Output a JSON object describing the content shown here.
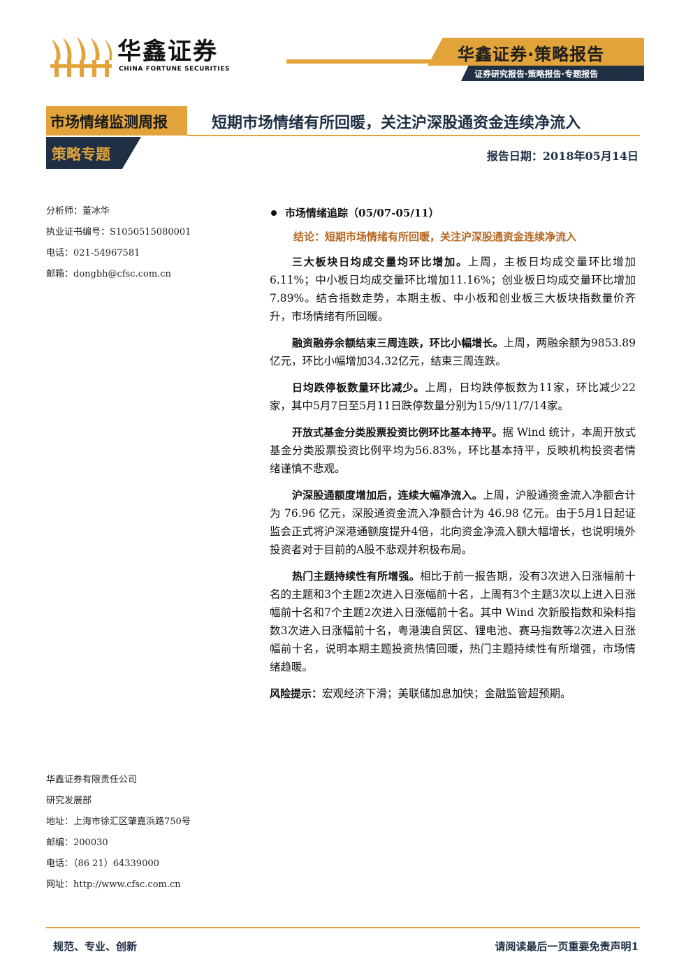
{
  "header": {
    "logo_cn": "华鑫证券",
    "logo_en": "CHINA FORTUNE SECURITIES",
    "brand_title": "华鑫证券·策略报告",
    "brand_subtitle": "证券研究报告·策略报告·专题报告"
  },
  "title_band": {
    "tag_primary": "市场情绪监测周报",
    "tag_secondary": "策略专题",
    "title": "短期市场情绪有所回暖，关注沪深股通资金连续净流入",
    "report_date": "报告日期：2018年05月14日"
  },
  "analyst": {
    "name": "分析师：董冰华",
    "license": "执业证书编号：S1050515080001",
    "phone": "电话：021-54967581",
    "email": "邮箱：dongbh@cfsc.com.cn"
  },
  "main": {
    "section_heading": "市场情绪追踪（05/07-05/11）",
    "conclusion": "结论：短期市场情绪有所回暖，关注沪深股通资金连续净流入",
    "paragraphs": [
      {
        "bold": "三大板块日均成交量均环比增加。",
        "text": "上周，主板日均成交量环比增加6.11%；中小板日均成交量环比增加11.16%；创业板日均成交量环比增加 7.89%。结合指数走势，本期主板、中小板和创业板三大板块指数量价齐升，市场情绪有所回暖。"
      },
      {
        "bold": "融资融券余额结束三周连跌，环比小幅增长。",
        "text": "上周，两融余额为9853.89亿元，环比小幅增加34.32亿元，结束三周连跌。"
      },
      {
        "bold": "日均跌停板数量环比减少。",
        "text": "上周，日均跌停板数为11家，环比减少22家，其中5月7日至5月11日跌停数量分别为15/9/11/7/14家。"
      },
      {
        "bold": "开放式基金分类股票投资比例环比基本持平。",
        "text": "据 Wind 统计，本周开放式基金分类股票投资比例平均为56.83%，环比基本持平，反映机构投资者情绪谨慎不悲观。"
      },
      {
        "bold": "沪深股通额度增加后，连续大幅净流入。",
        "text": "上周，沪股通资金流入净额合计为 76.96 亿元，深股通资金流入净额合计为 46.98 亿元。由于5月1日起证监会正式将沪深港通额度提升4倍，北向资金净流入额大幅增长，也说明境外投资者对于目前的A股不悲观并积极布局。"
      },
      {
        "bold": "热门主题持续性有所增强。",
        "text": "相比于前一报告期，没有3次进入日涨幅前十名的主题和3个主题2次进入日涨幅前十名，上周有3个主题3次以上进入日涨幅前十名和7个主题2次进入日涨幅前十名。其中 Wind 次新股指数和染料指数3次进入日涨幅前十名，粤港澳自贸区、锂电池、赛马指数等2次进入日涨幅前十名，说明本期主题投资热情回暖，热门主题持续性有所增强，市场情绪趋暖。"
      }
    ],
    "risk_label": "风险提示：",
    "risk_text": "宏观经济下滑；美联储加息加快；金融监管超预期。"
  },
  "company": {
    "name": "华鑫证券有限责任公司",
    "dept": "研究发展部",
    "address": "地址：上海市徐汇区肇嘉浜路750号",
    "postcode": "邮编：200030",
    "phone": "电话：（86 21）64339000",
    "website": "网址：http://www.cfsc.com.cn"
  },
  "footer": {
    "motto": "规范、专业、创新",
    "disclaimer": "请阅读最后一页重要免责声明",
    "page_number": "1"
  },
  "colors": {
    "accent_gold": "#e2a43a",
    "navy": "#1f2f44",
    "conclusion_brown": "#b5651d"
  }
}
